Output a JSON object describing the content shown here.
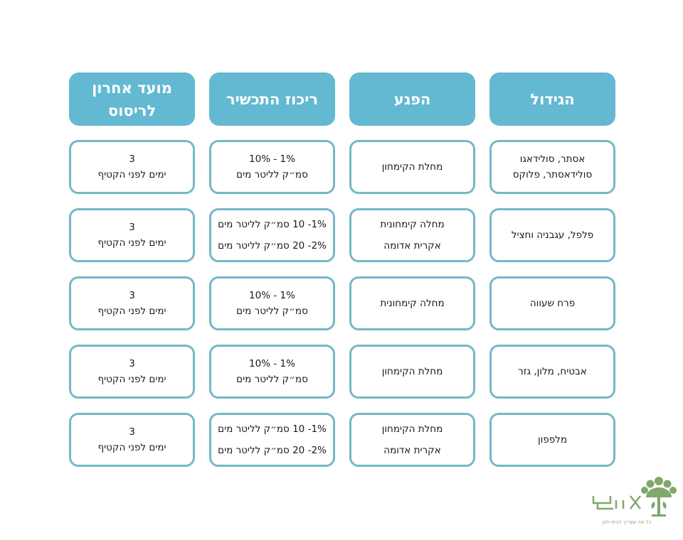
{
  "headers": [
    "הגידול",
    "הפגע",
    "ריכוז התכשיר",
    "מועד אחרון לריסוס"
  ],
  "header_lines": {
    "col0": [
      "הגידול"
    ],
    "col1": [
      "הפגע"
    ],
    "col2": [
      "ריכוז התכשיר"
    ],
    "col3": [
      "מועד אחרון",
      "לריסוס"
    ]
  },
  "rows": [
    {
      "crop": [
        "אסתר, סולידאגו",
        "סולידאסתר, פלוקס"
      ],
      "pest": [
        "מחלת הקימחון"
      ],
      "concentration": [
        "1% - 10%",
        "סמ״ק לליטר מים"
      ],
      "deadline": [
        "3",
        "ימים לפני הקטיף"
      ]
    },
    {
      "crop": [
        "פלפל, עגבניה וחציל"
      ],
      "pest": [
        "מחלה קימחונית",
        "אקרית אדומה"
      ],
      "concentration": [
        "1%- 10  סמ״ק לליטר מים",
        "2%- 20 סמ״ק לליטר מים"
      ],
      "deadline": [
        "3",
        "ימים לפני הקטיף"
      ]
    },
    {
      "crop": [
        "פרח שעווה"
      ],
      "pest": [
        "מחלה קימחונית"
      ],
      "concentration": [
        "1% - 10%",
        "סמ״ק לליטר מים"
      ],
      "deadline": [
        "3",
        "ימים לפני הקטיף"
      ]
    },
    {
      "crop": [
        "אבטיח, מלון, גזר"
      ],
      "pest": [
        "מחלת הקימחון"
      ],
      "concentration": [
        "1% - 10%",
        "סמ״ק לליטר מים"
      ],
      "deadline": [
        "3",
        "ימים לפני הקטיף"
      ]
    },
    {
      "crop": [
        "מלפפון"
      ],
      "pest": [
        "מחלת הקימחון",
        "אקרית אדומה"
      ],
      "concentration": [
        "1%- 10  סמ״ק לליטר מים",
        "2%- 20 סמ״ק לליטר מים"
      ],
      "deadline": [
        "3",
        "ימים לפני הקטיף"
      ]
    }
  ],
  "logo": {
    "brand": "איל",
    "tagline": "כל מה שצריך לבית ולגן"
  },
  "colors": {
    "header_bg": "#63b9d1",
    "cell_border": "#74b8c8",
    "logo_green": "#7fa86a"
  }
}
